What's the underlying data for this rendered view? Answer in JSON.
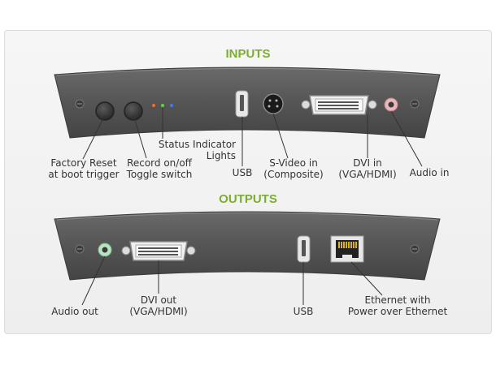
{
  "colors": {
    "accent": "#7cae2e",
    "panel": "#555555",
    "label_text": "#333333"
  },
  "inputs": {
    "title": "INPUTS",
    "factory_reset": [
      "Factory Reset",
      "at boot trigger"
    ],
    "record_toggle": [
      "Record on/off",
      "Toggle switch"
    ],
    "status_lights": [
      "Status Indicator",
      "Lights"
    ],
    "usb": "USB",
    "svideo": [
      "S-Video in",
      "(Composite)"
    ],
    "dvi_in": [
      "DVI in",
      "(VGA/HDMI)"
    ],
    "audio_in": "Audio in",
    "led_colors": [
      "#ff6a1a",
      "#59d63a",
      "#3d7bff"
    ]
  },
  "outputs": {
    "title": "OUTPUTS",
    "audio_out": "Audio out",
    "dvi_out": [
      "DVI out",
      "(VGA/HDMI)"
    ],
    "usb": "USB",
    "ethernet": [
      "Ethernet with",
      "Power over Ethernet"
    ]
  }
}
